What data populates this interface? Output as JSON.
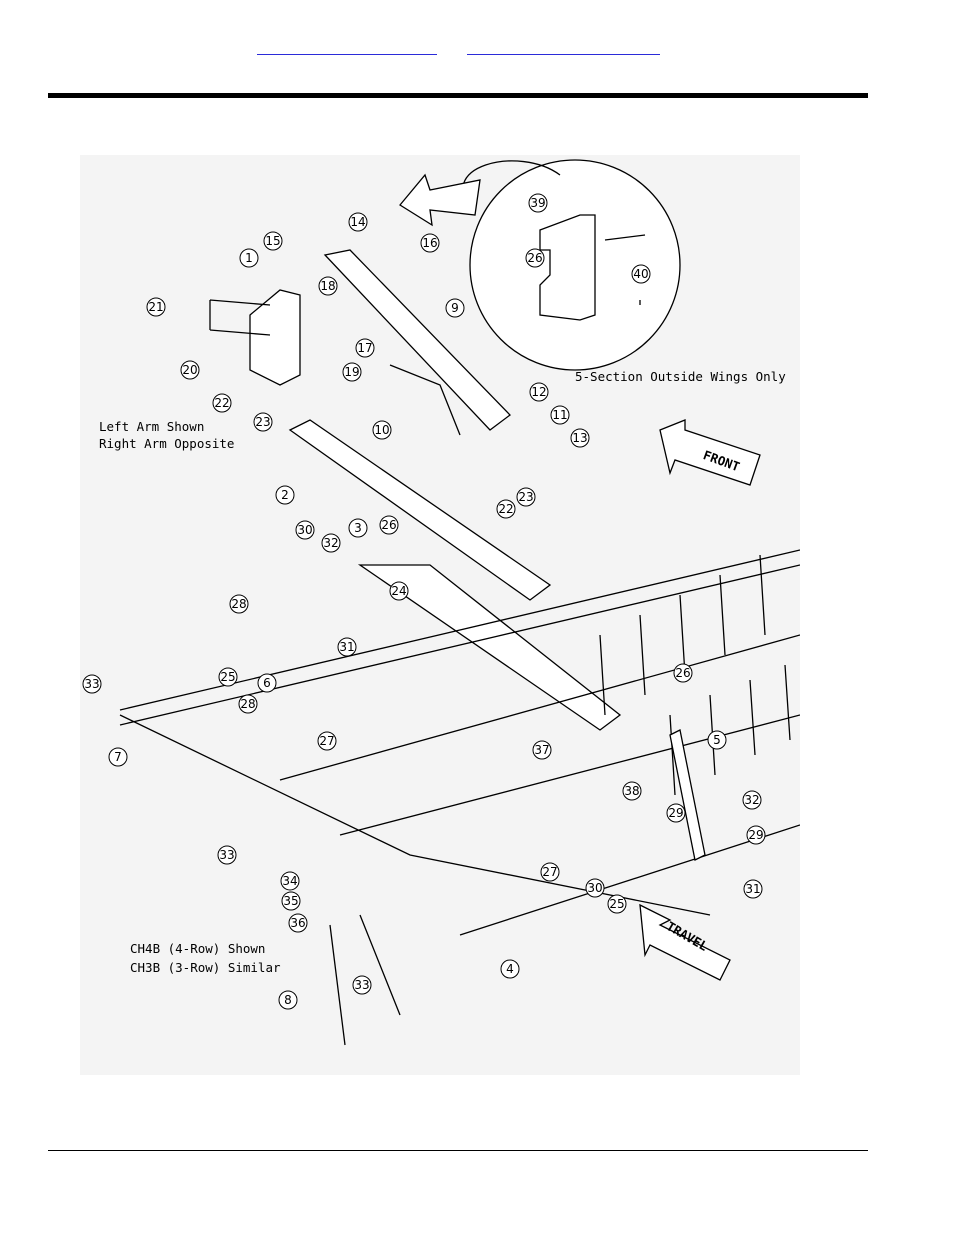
{
  "header": {
    "links": [
      {
        "text": "",
        "name": "header-link-1"
      },
      {
        "text": "",
        "name": "header-link-2"
      }
    ]
  },
  "figure": {
    "notes": {
      "arm": [
        "Left Arm Shown",
        "Right Arm Opposite"
      ],
      "wings": "5-Section Outside Wings Only",
      "rows": [
        "CH4B (4-Row) Shown",
        "CH3B (3-Row) Similar"
      ]
    },
    "arrows": {
      "front": "FRONT",
      "travel": "TRAVEL"
    },
    "callouts": [
      "1",
      "2",
      "3",
      "4",
      "5",
      "6",
      "7",
      "8",
      "9",
      "10",
      "11",
      "12",
      "13",
      "14",
      "15",
      "16",
      "17",
      "18",
      "19",
      "20",
      "21",
      "22",
      "22",
      "23",
      "23",
      "24",
      "25",
      "25",
      "26",
      "26",
      "26",
      "27",
      "27",
      "28",
      "28",
      "29",
      "29",
      "30",
      "30",
      "31",
      "31",
      "32",
      "32",
      "33",
      "33",
      "33",
      "34",
      "35",
      "36",
      "37",
      "38",
      "39",
      "40"
    ]
  }
}
